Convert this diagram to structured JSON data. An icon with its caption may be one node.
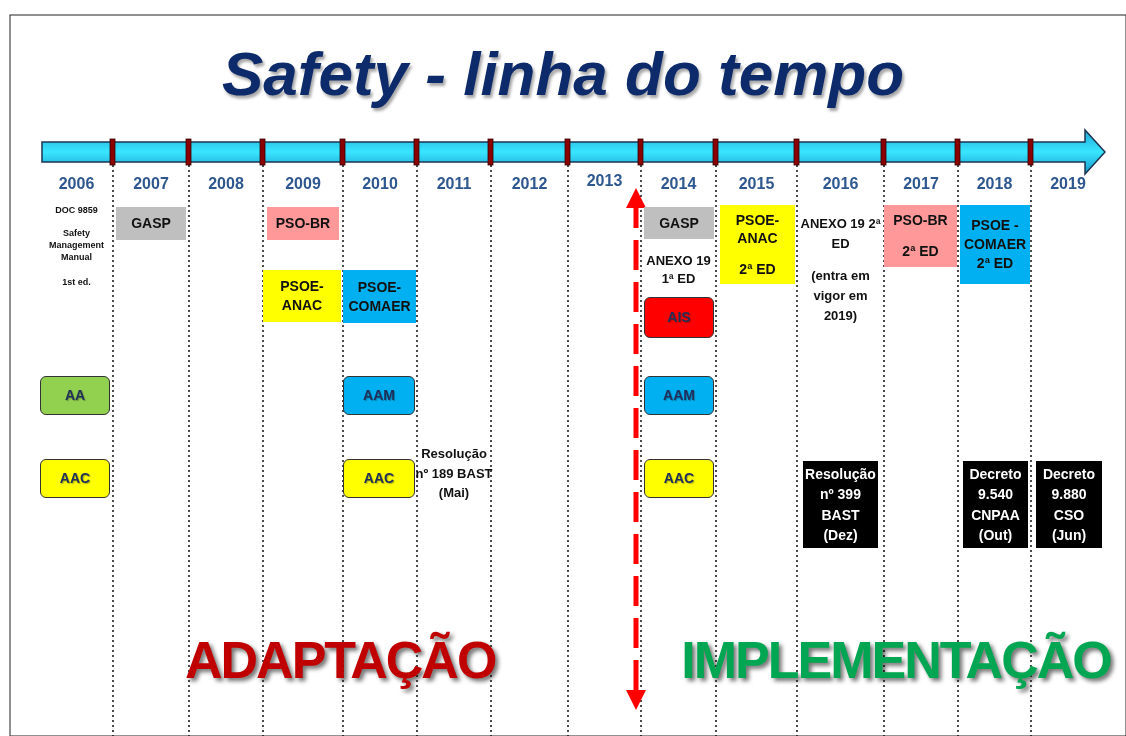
{
  "diagram": {
    "title": "Safety - linha do tempo",
    "nodes": [
      {
        "text": [
          "GASP"
        ]
      },
      {
        "text": [
          "PSO-BR"
        ]
      },
      {
        "text": [
          "PSOE-ANAC"
        ]
      },
      {
        "text": [
          "PSOE-COMAER"
        ]
      },
      {
        "text": [
          "AA"
        ]
      },
      {
        "text": [
          "AAM"
        ]
      },
      {
        "text": [
          "AAC"
        ]
      },
      {
        "text": [
          "AAC"
        ]
      },
      {
        "text": [
          "GASP"
        ]
      },
      {
        "text": [
          "AIS"
        ]
      },
      {
        "text": [
          "AAM"
        ]
      },
      {
        "text": [
          "AAC"
        ]
      },
      {
        "text": [
          "PSOE-ANAC",
          "2ª ED"
        ]
      },
      {
        "text": [
          "PSO-BR",
          "2ª ED"
        ]
      },
      {
        "text": [
          "PSOE - COMAER 2ª ED"
        ]
      },
      {
        "text": [
          "Resolução nº 399 BAST (Dez)"
        ]
      },
      {
        "text": [
          "Decreto 9.540 CNPAA (Out)"
        ]
      },
      {
        "text": [
          "Decreto 9.880 CSO (Jun)"
        ]
      }
    ],
    "labels": [
      "2006",
      "2007",
      "2008",
      "2009",
      "2010",
      "2011",
      "2012",
      "2013",
      "2014",
      "2015",
      "2016",
      "2017",
      "2018",
      "2019",
      "DOC 9859",
      "Safety Management Manual",
      "1st ed.",
      "ANEXO 19 1ª ED",
      "ANEXO 19 2ª ED",
      "(entra em vigor em 2019)",
      "Resolução nº 189 BAST (Mai)",
      "ADAPTAÇÃO",
      "IMPLEMENTAÇÃO"
    ]
  }
}
